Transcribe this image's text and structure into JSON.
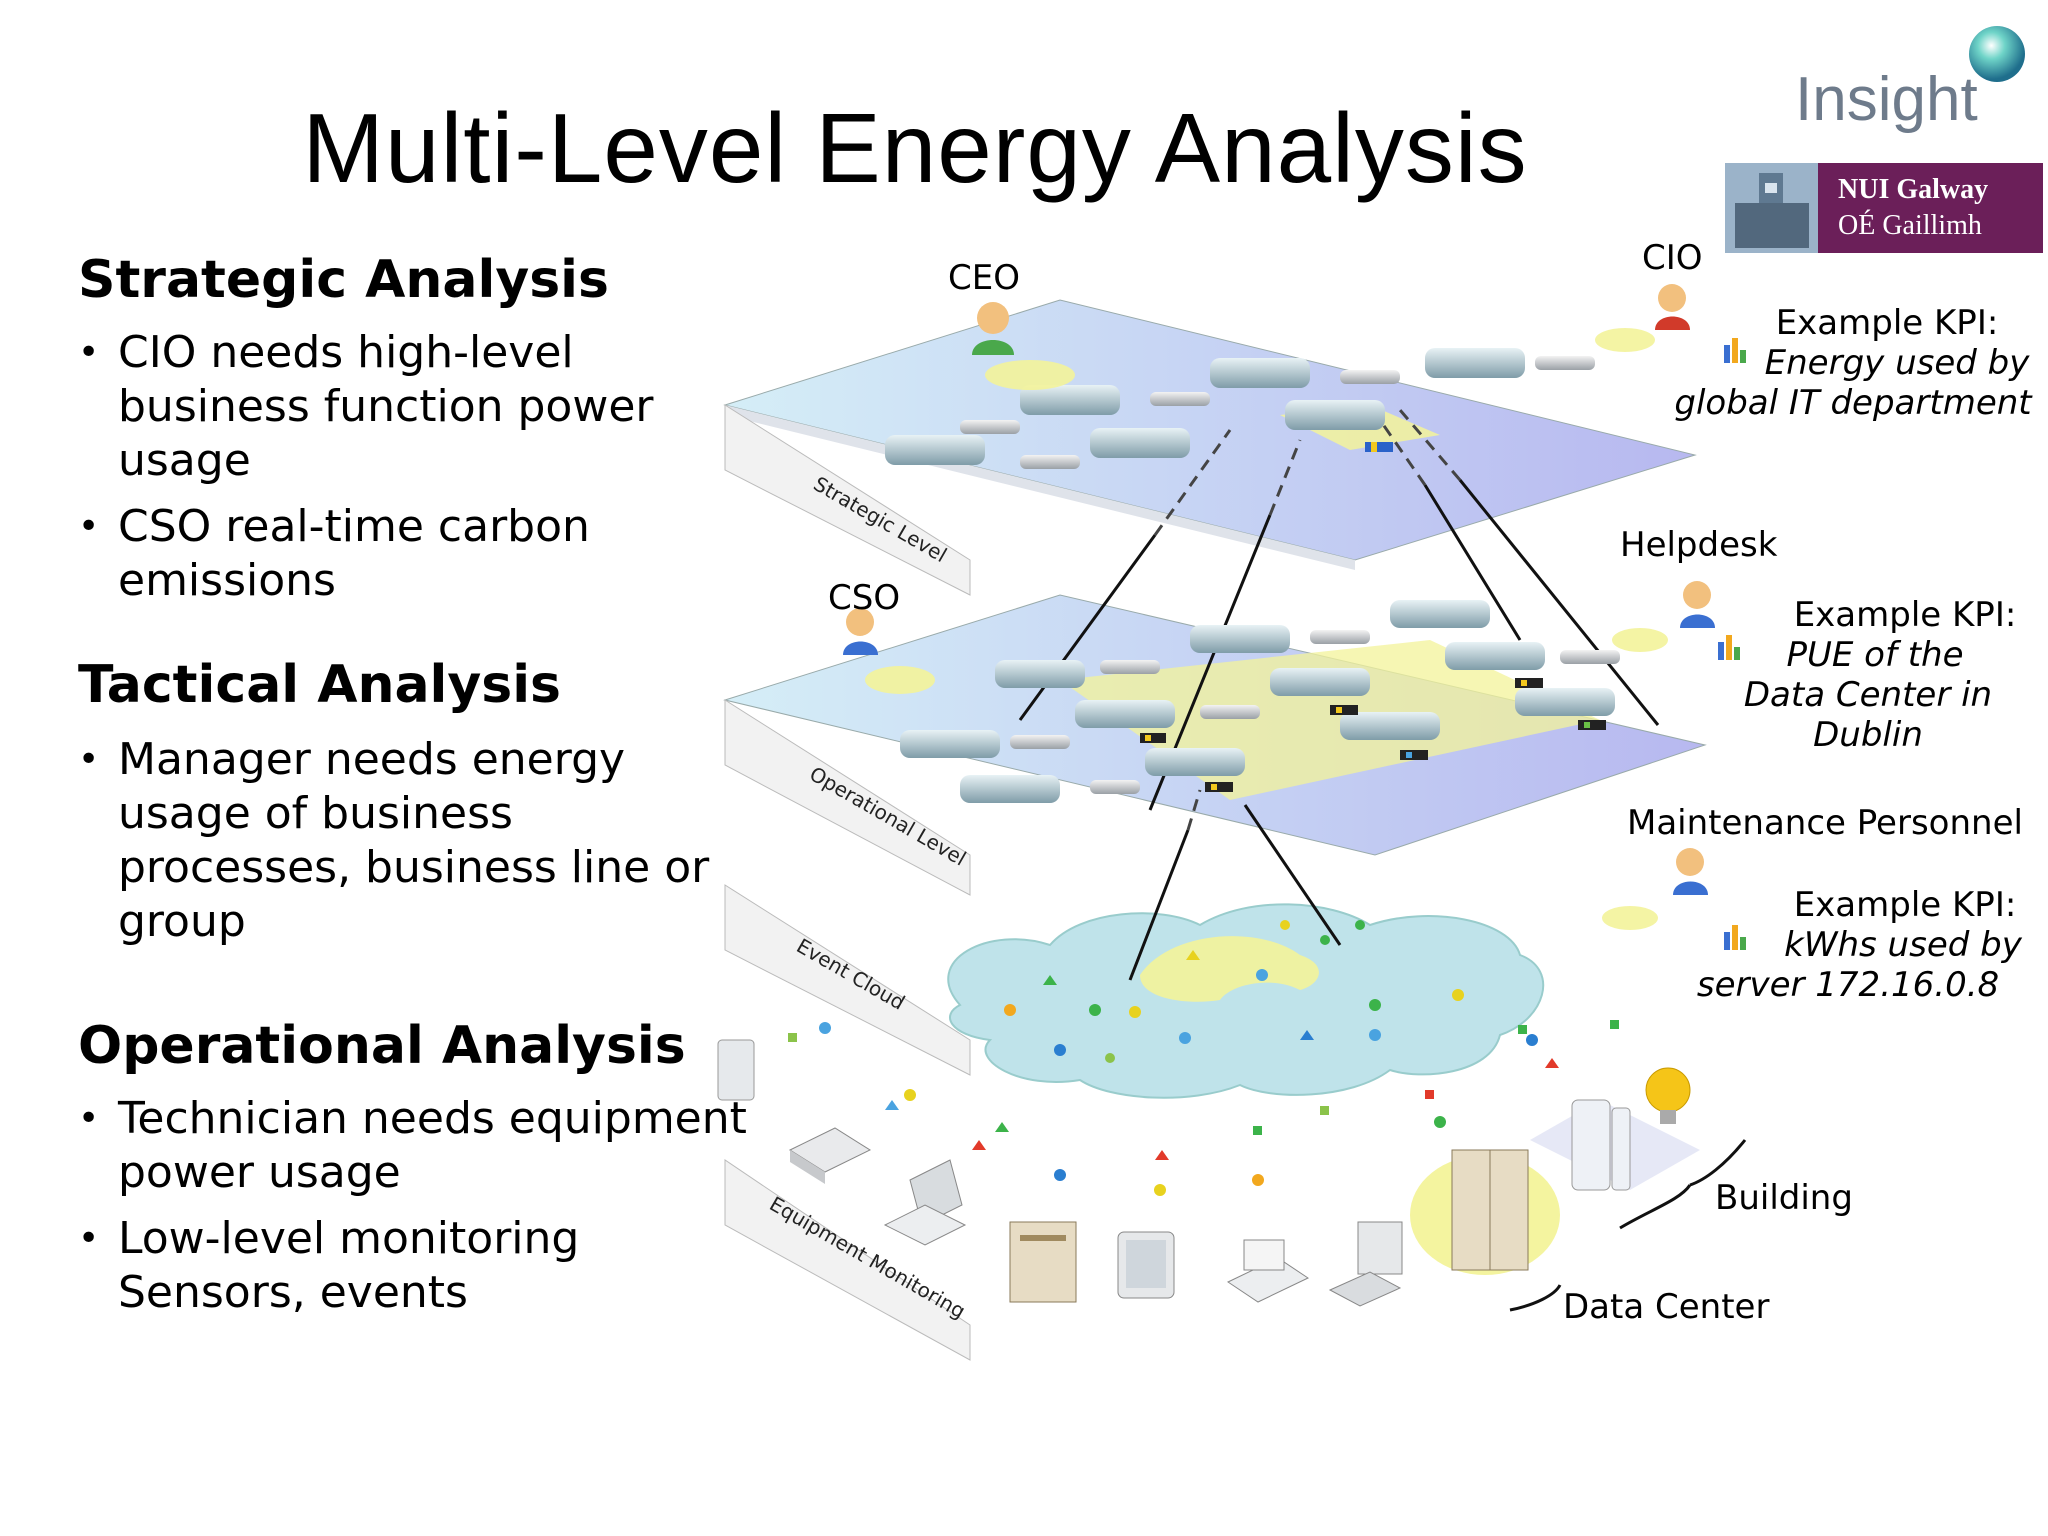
{
  "title": "Multi-Level Energy Analysis",
  "logo": {
    "insight": "Insight",
    "nui_line1": "NUI Galway",
    "nui_line2": "OÉ Gaillimh"
  },
  "sections": [
    {
      "heading": "Strategic Analysis",
      "bullets": [
        "CIO needs high-level business function power usage",
        "CSO real-time carbon emissions"
      ]
    },
    {
      "heading": "Tactical Analysis",
      "bullets": [
        "Manager needs energy usage of business processes, business line or group"
      ]
    },
    {
      "heading": "Operational Analysis",
      "bullets": [
        "Technician needs equipment power usage",
        "Low-level monitoring Sensors, events"
      ]
    }
  ],
  "layers": [
    "Strategic Level",
    "Operational Level",
    "Event Cloud",
    "Equipment Monitoring"
  ],
  "roles": {
    "ceo": "CEO",
    "cio": "CIO",
    "cso": "CSO",
    "helpdesk": "Helpdesk",
    "maintenance": "Maintenance Personnel"
  },
  "kpis": [
    {
      "label": "Example KPI:",
      "line1": "Energy used by",
      "line2": "global  IT department"
    },
    {
      "label": "Example KPI:",
      "line1": "PUE of the",
      "line2": "Data Center in Dublin"
    },
    {
      "label": "Example KPI:",
      "line1": "kWhs used by",
      "line2": "server 172.16.0.8"
    }
  ],
  "labels": {
    "building": "Building",
    "data_center": "Data Center"
  },
  "colors": {
    "plane": "#c9d6f2",
    "cloud": "#bfe3ea",
    "highlight": "#f3f39a",
    "nui": "#6b1f59",
    "insight_text": "#6e7b8b"
  },
  "icons": [
    "person-icon",
    "bar-chart-icon",
    "server-icon",
    "printer-icon",
    "laptop-icon",
    "monitor-icon",
    "lightbulb-icon",
    "scanner-icon"
  ]
}
